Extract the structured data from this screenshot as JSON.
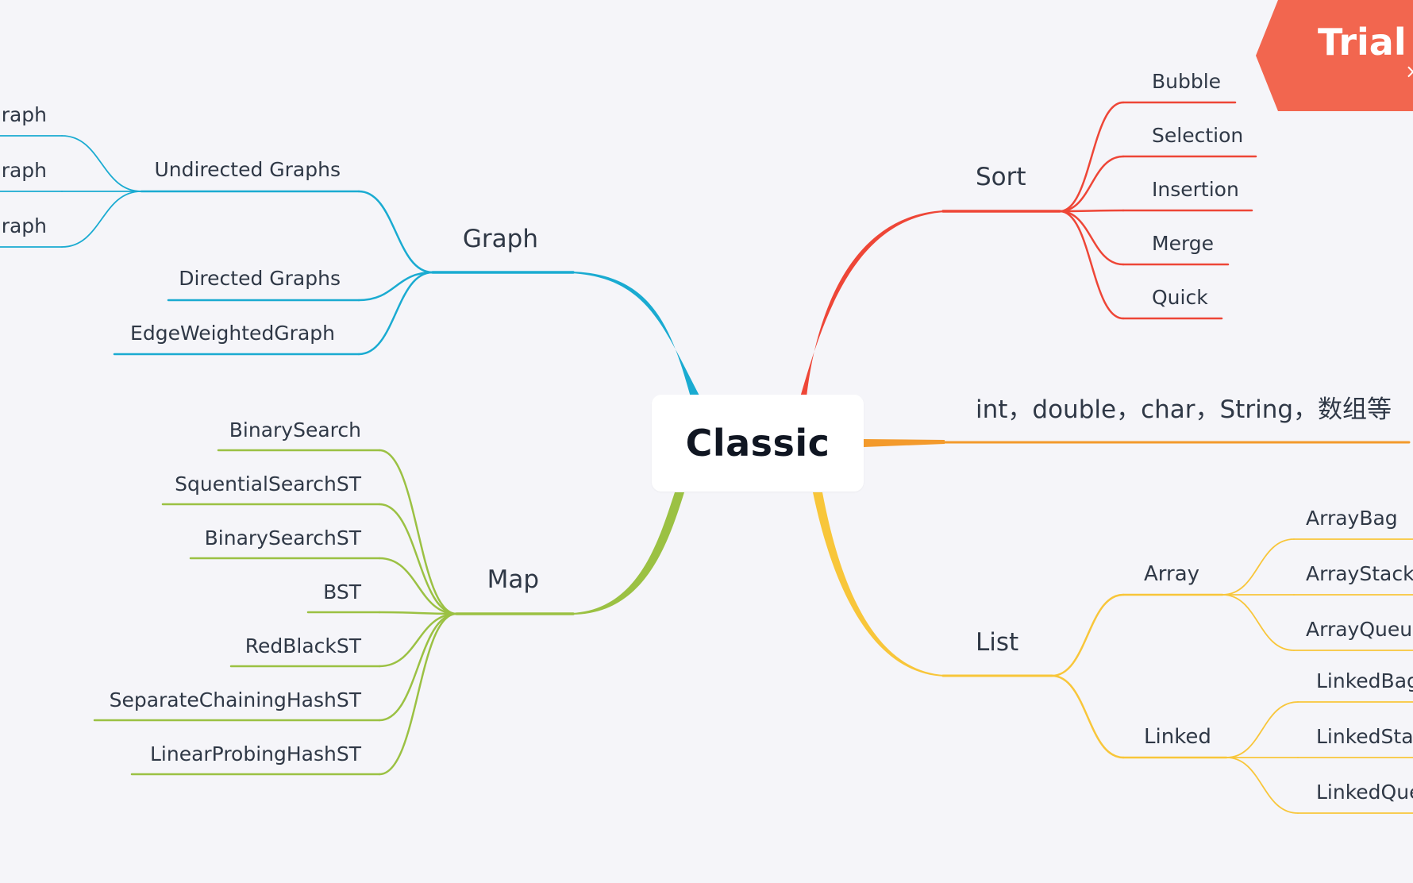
{
  "root": {
    "label": "Classic"
  },
  "banner": {
    "text": "Trial M",
    "close": "×"
  },
  "branches": {
    "sort": {
      "label": "Sort",
      "color": "#ee4637",
      "children": [
        "Bubble",
        "Selection",
        "Insertion",
        "Merge",
        "Quick"
      ]
    },
    "types": {
      "label": "int，double，char，String，数组等",
      "color": "#f39a2c"
    },
    "list": {
      "label": "List",
      "color": "#f8c63a",
      "children": [
        {
          "label": "Array",
          "children": [
            "ArrayBag",
            "ArrayStack",
            "ArrayQueue"
          ]
        },
        {
          "label": "Linked",
          "children": [
            "LinkedBag",
            "LinkedStack",
            "LinkedQueue"
          ]
        }
      ]
    },
    "graph": {
      "label": "Graph",
      "color": "#1aabd1",
      "children": [
        {
          "label": "Undirected Graphs",
          "children": [
            "raph",
            "raph",
            "raph"
          ]
        },
        {
          "label": "Directed Graphs"
        },
        {
          "label": "EdgeWeightedGraph"
        }
      ]
    },
    "map": {
      "label": "Map",
      "color": "#9bc143",
      "children": [
        "BinarySearch",
        "SquentialSearchST",
        "BinarySearchST",
        "BST",
        "RedBlackST",
        "SeparateChainingHashST",
        "LinearProbingHashST"
      ]
    }
  }
}
